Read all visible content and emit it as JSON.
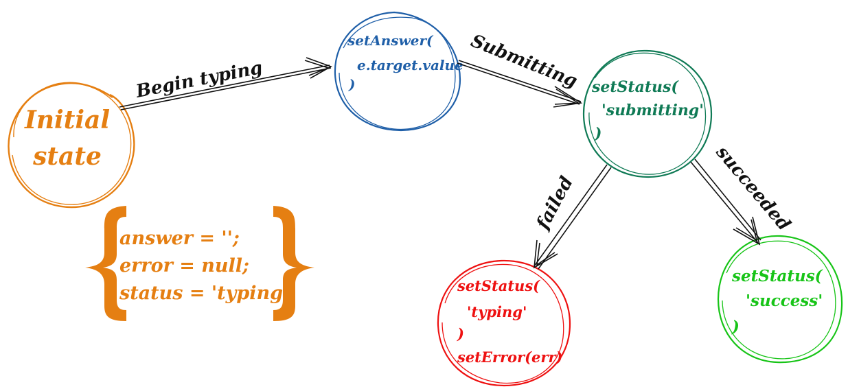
{
  "nodes": {
    "initial": {
      "lines": [
        "Initial",
        "state"
      ],
      "color": "#e57f12"
    },
    "answer": {
      "lines": [
        "setAnswer(",
        "e.target.value",
        ")"
      ],
      "color": "#1f5fa8"
    },
    "submitting": {
      "lines": [
        "setStatus(",
        "'submitting'",
        ")"
      ],
      "color": "#0f7a55"
    },
    "failed": {
      "lines": [
        "setStatus(",
        "'typing'",
        ")",
        "setError(err)"
      ],
      "color": "#ee1111"
    },
    "success": {
      "lines": [
        "setStatus(",
        "'success'",
        ")"
      ],
      "color": "#17c417"
    }
  },
  "state_block": {
    "lines": [
      "answer = '';",
      "error = null;",
      "status = 'typing'"
    ],
    "color": "#e57f12"
  },
  "edges": {
    "begin_typing": "Begin typing",
    "submitting": "Submitting",
    "failed": "failed",
    "succeeded": "succeeded"
  }
}
